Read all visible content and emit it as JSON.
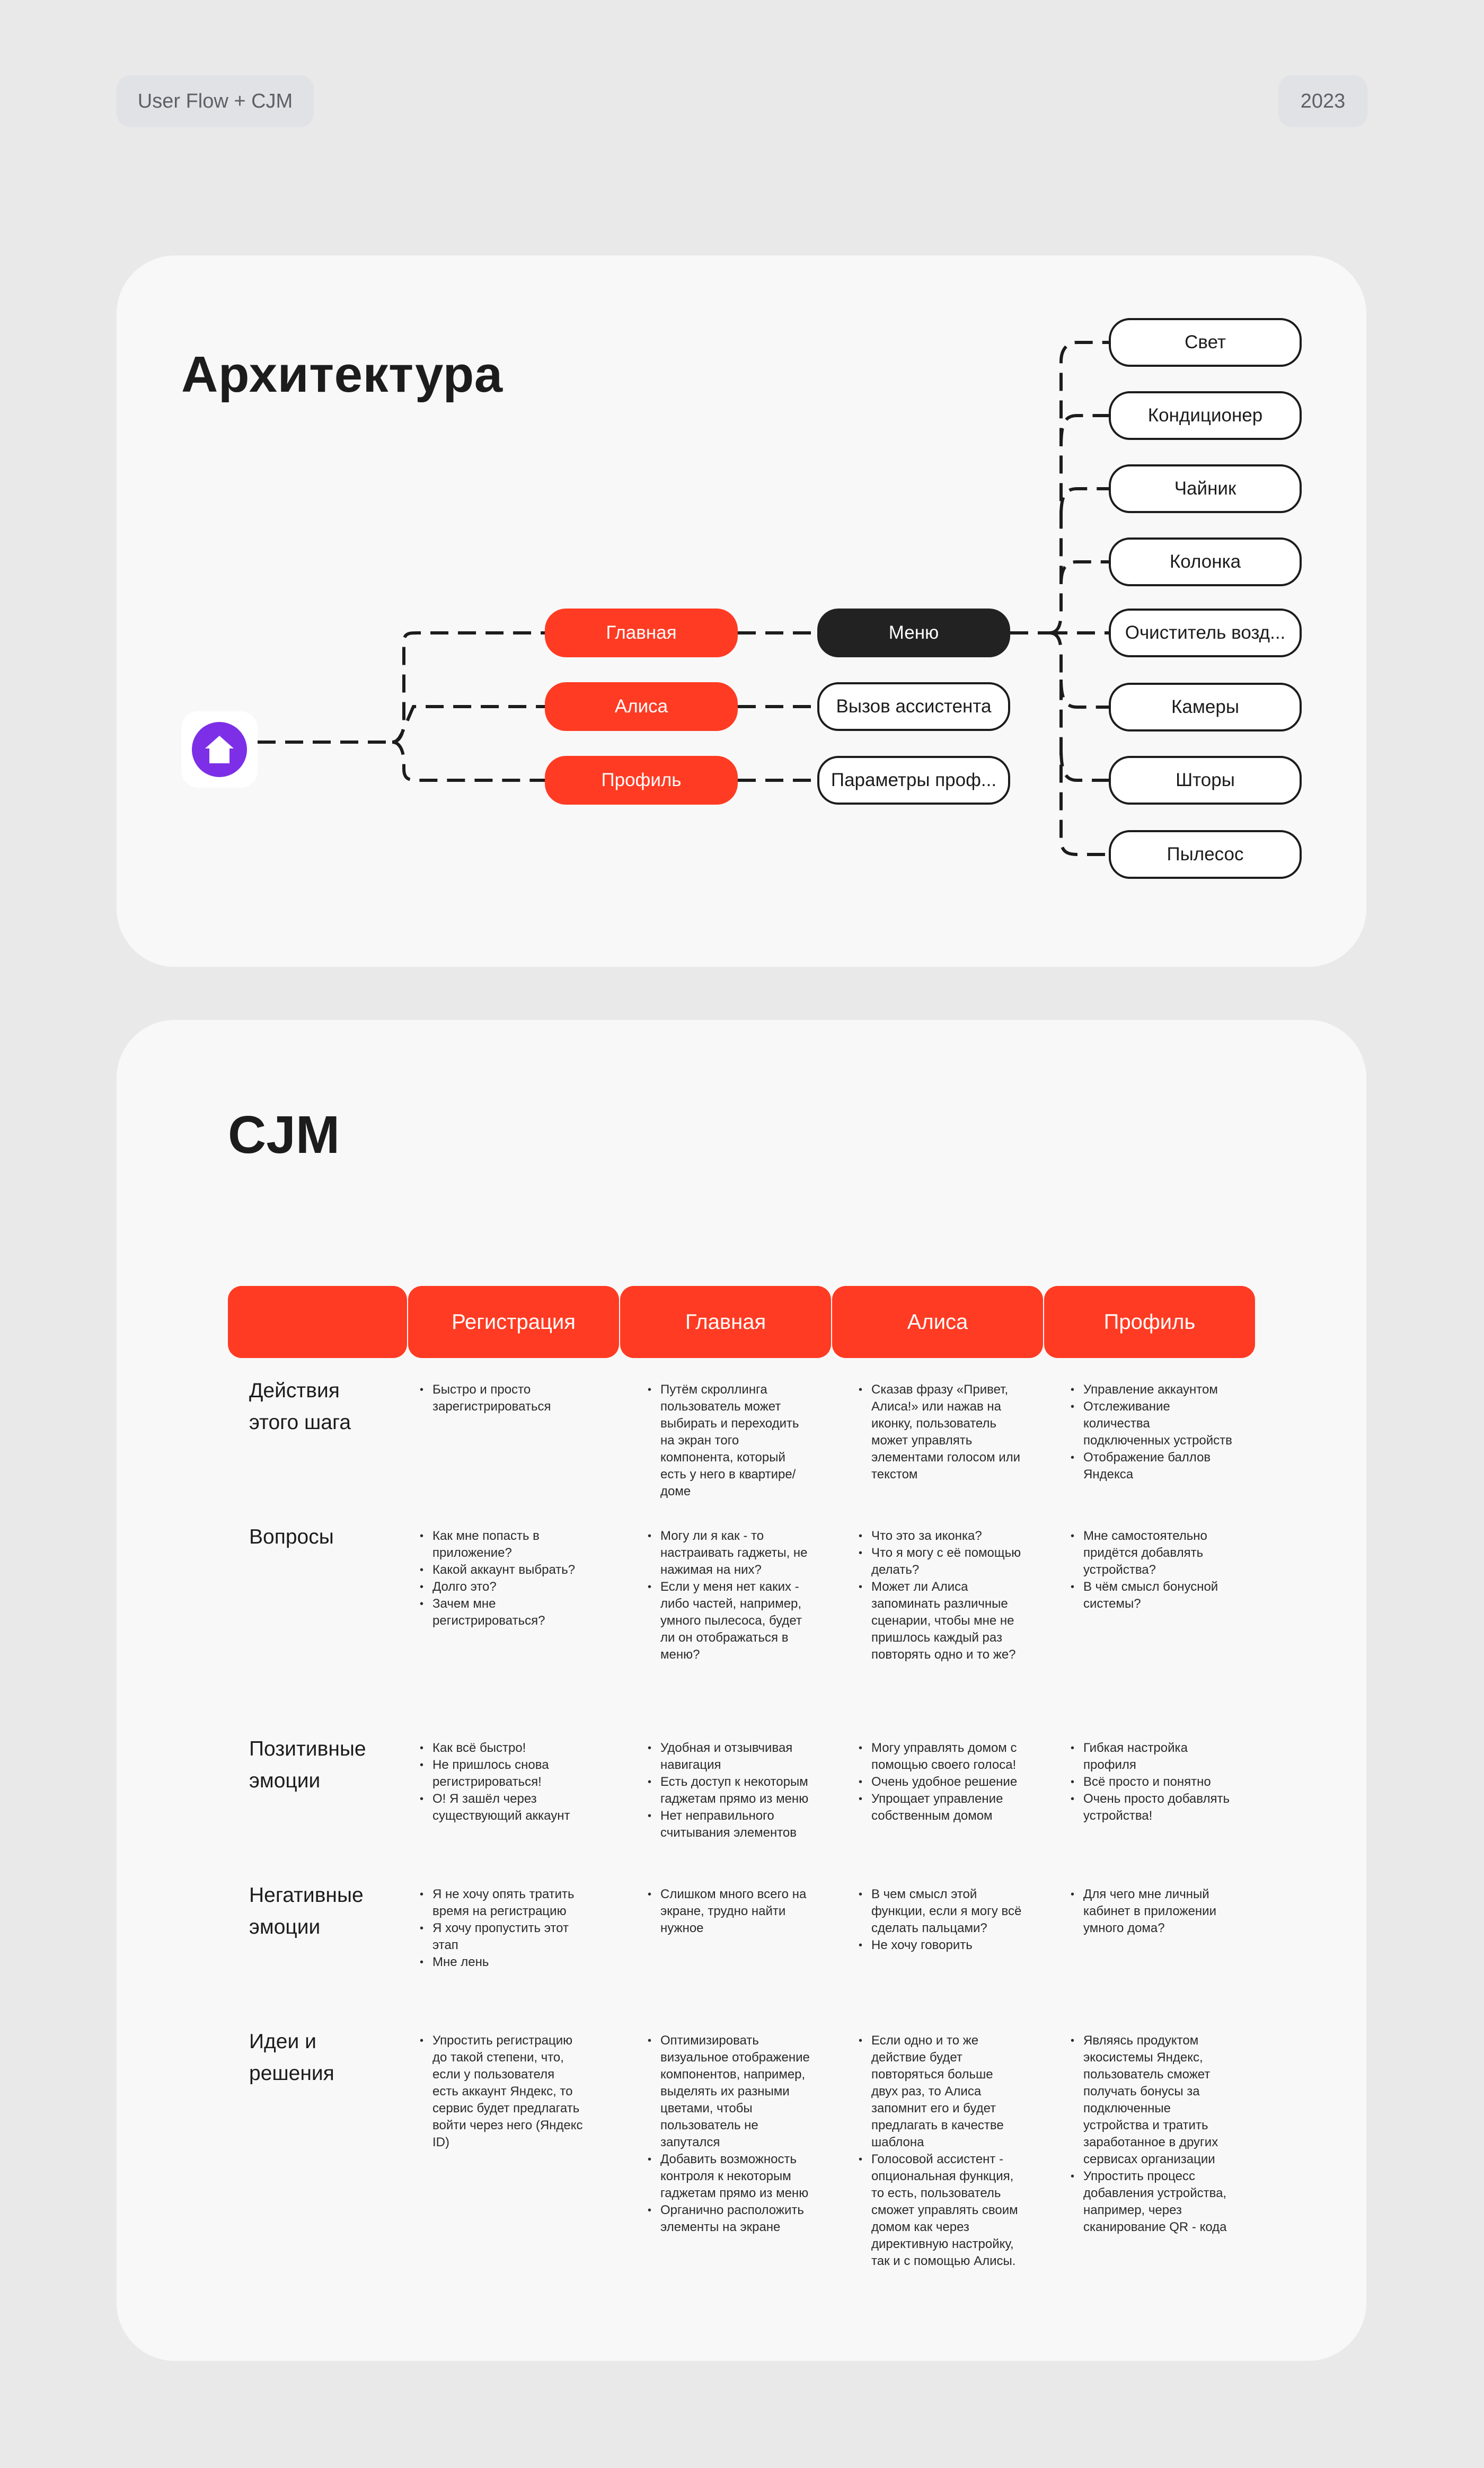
{
  "header": {
    "left_tag": "User Flow + CJM",
    "right_tag": "2023"
  },
  "architecture": {
    "title": "Архитектура",
    "home_icon": "home-icon",
    "level1": [
      "Главная",
      "Алиса",
      "Профиль"
    ],
    "level2": [
      "Меню",
      "Вызов ассистента",
      "Параметры проф..."
    ],
    "menu_items": [
      "Свет",
      "Кондиционер",
      "Чайник",
      "Колонка",
      "Очиститель возд...",
      "Камеры",
      "Шторы",
      "Пылесос"
    ]
  },
  "cjm": {
    "title": "CJM",
    "columns": [
      "",
      "Регистрация",
      "Главная",
      "Алиса",
      "Профиль"
    ],
    "rows": [
      {
        "label": "Действия\nэтого шага",
        "cells": [
          [
            "Быстро и просто зарегистрироваться"
          ],
          [
            "Путём скроллинга пользователь может выбирать и переходить на экран того компонента, который есть у него в квартире/доме"
          ],
          [
            "Сказав фразу «Привет, Алиса!» или нажав на иконку, пользователь может управлять элементами голосом или текстом"
          ],
          [
            "Управление аккаунтом",
            "Отслеживание количества подключенных устройств",
            "Отображение баллов Яндекса"
          ]
        ]
      },
      {
        "label": "Вопросы",
        "cells": [
          [
            "Как мне попасть в приложение?",
            "Какой аккаунт выбрать?",
            "Долго это?",
            "Зачем мне регистрироваться?"
          ],
          [
            "Могу ли я как - то настраивать гаджеты, не нажимая на них?",
            "Если у меня нет каких - либо частей, например, умного пылесоса, будет ли он отображаться в меню?"
          ],
          [
            "Что это за иконка?",
            "Что я могу с её помощью делать?",
            "Может ли Алиса запоминать различные сценарии, чтобы мне не пришлось каждый раз повторять одно и то же?"
          ],
          [
            "Мне самостоятельно придётся добавлять устройства?",
            "В чём смысл бонусной системы?"
          ]
        ]
      },
      {
        "label": "Позитивные\nэмоции",
        "cells": [
          [
            "Как всё быстро!",
            "Не пришлось снова регистрироваться!",
            "О! Я зашёл через существующий аккаунт"
          ],
          [
            "Удобная и отзывчивая навигация",
            "Есть доступ к некоторым гаджетам прямо из меню",
            "Нет неправильного считывания элементов"
          ],
          [
            "Могу управлять домом с помощью своего голоса!",
            "Очень удобное решение",
            "Упрощает управление собственным домом"
          ],
          [
            "Гибкая настройка профиля",
            "Всё просто и понятно",
            "Очень просто добавлять устройства!"
          ]
        ]
      },
      {
        "label": "Негативные\nэмоции",
        "cells": [
          [
            "Я не хочу опять тратить время на регистрацию",
            "Я хочу пропустить этот этап",
            "Мне лень"
          ],
          [
            "Слишком много всего на экране, трудно найти нужное"
          ],
          [
            "В чем смысл этой функции, если я могу всё сделать пальцами?",
            "Не хочу говорить"
          ],
          [
            "Для чего мне личный кабинет в приложении умного дома?"
          ]
        ]
      },
      {
        "label": "Идеи и\nрешения",
        "cells": [
          [
            "Упростить регистрацию до такой степени, что, если у пользователя есть аккаунт Яндекс, то сервис будет предлагать войти через него (Яндекс ID)"
          ],
          [
            "Оптимизировать визуальное отображение компонентов, например, выделять их разными цветами, чтобы пользователь не запутался",
            "Добавить возможность контроля к некоторым гаджетам прямо из меню",
            "Органично расположить элементы на экране"
          ],
          [
            "Если одно и то же действие будет повторяться больше двух раз, то Алиса запомнит его и будет предлагать в качестве шаблона",
            "Голосовой ассистент - опциональная функция, то есть, пользователь сможет управлять своим домом как через директивную настройку, так и с помощью Алисы."
          ],
          [
            "Являясь продуктом экосистемы Яндекс, пользователь сможет получать бонусы за подключенные устройства и тратить заработанное в других сервисах организации",
            "Упростить процесс добавления устройства, например, через сканирование QR - кода"
          ]
        ]
      }
    ]
  },
  "colors": {
    "accent_red": "#ff3b23",
    "dark_node": "#222222",
    "home_purple": "#7d2fe8"
  }
}
